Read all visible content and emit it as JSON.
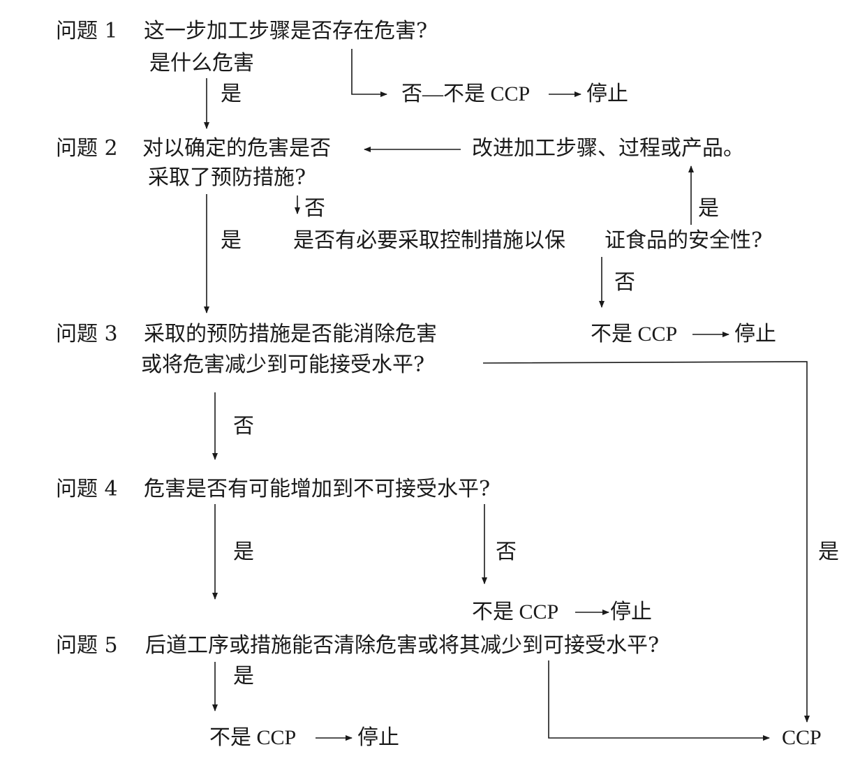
{
  "q1": {
    "label": "问题 1",
    "line1": "这一步加工步骤是否存在危害?",
    "line2": "是什么危害"
  },
  "q2": {
    "label": "问题 2",
    "line1": "对以确定的危害是否",
    "line2": "采取了预防措施?"
  },
  "q3": {
    "label": "问题 3",
    "line1": "采取的预防措施是否能消除危害",
    "line2": "或将危害减少到可能接受水平?"
  },
  "q4": {
    "label": "问题 4",
    "line1": "危害是否有可能增加到不可接受水平?"
  },
  "q5": {
    "label": "问题 5",
    "line1": "后道工序或措施能否清除危害或将其减少到可接受水平?"
  },
  "q1_no_result": "否—不是 CCP",
  "improve": "改进加工步骤、过程或产品。",
  "control_question_a": "是否有必要采取控制措施以保",
  "control_question_b": "证食品的安全性?",
  "not_ccp": "不是 CCP",
  "stop": "停止",
  "ccp": "CCP",
  "yes": "是",
  "no": "否"
}
